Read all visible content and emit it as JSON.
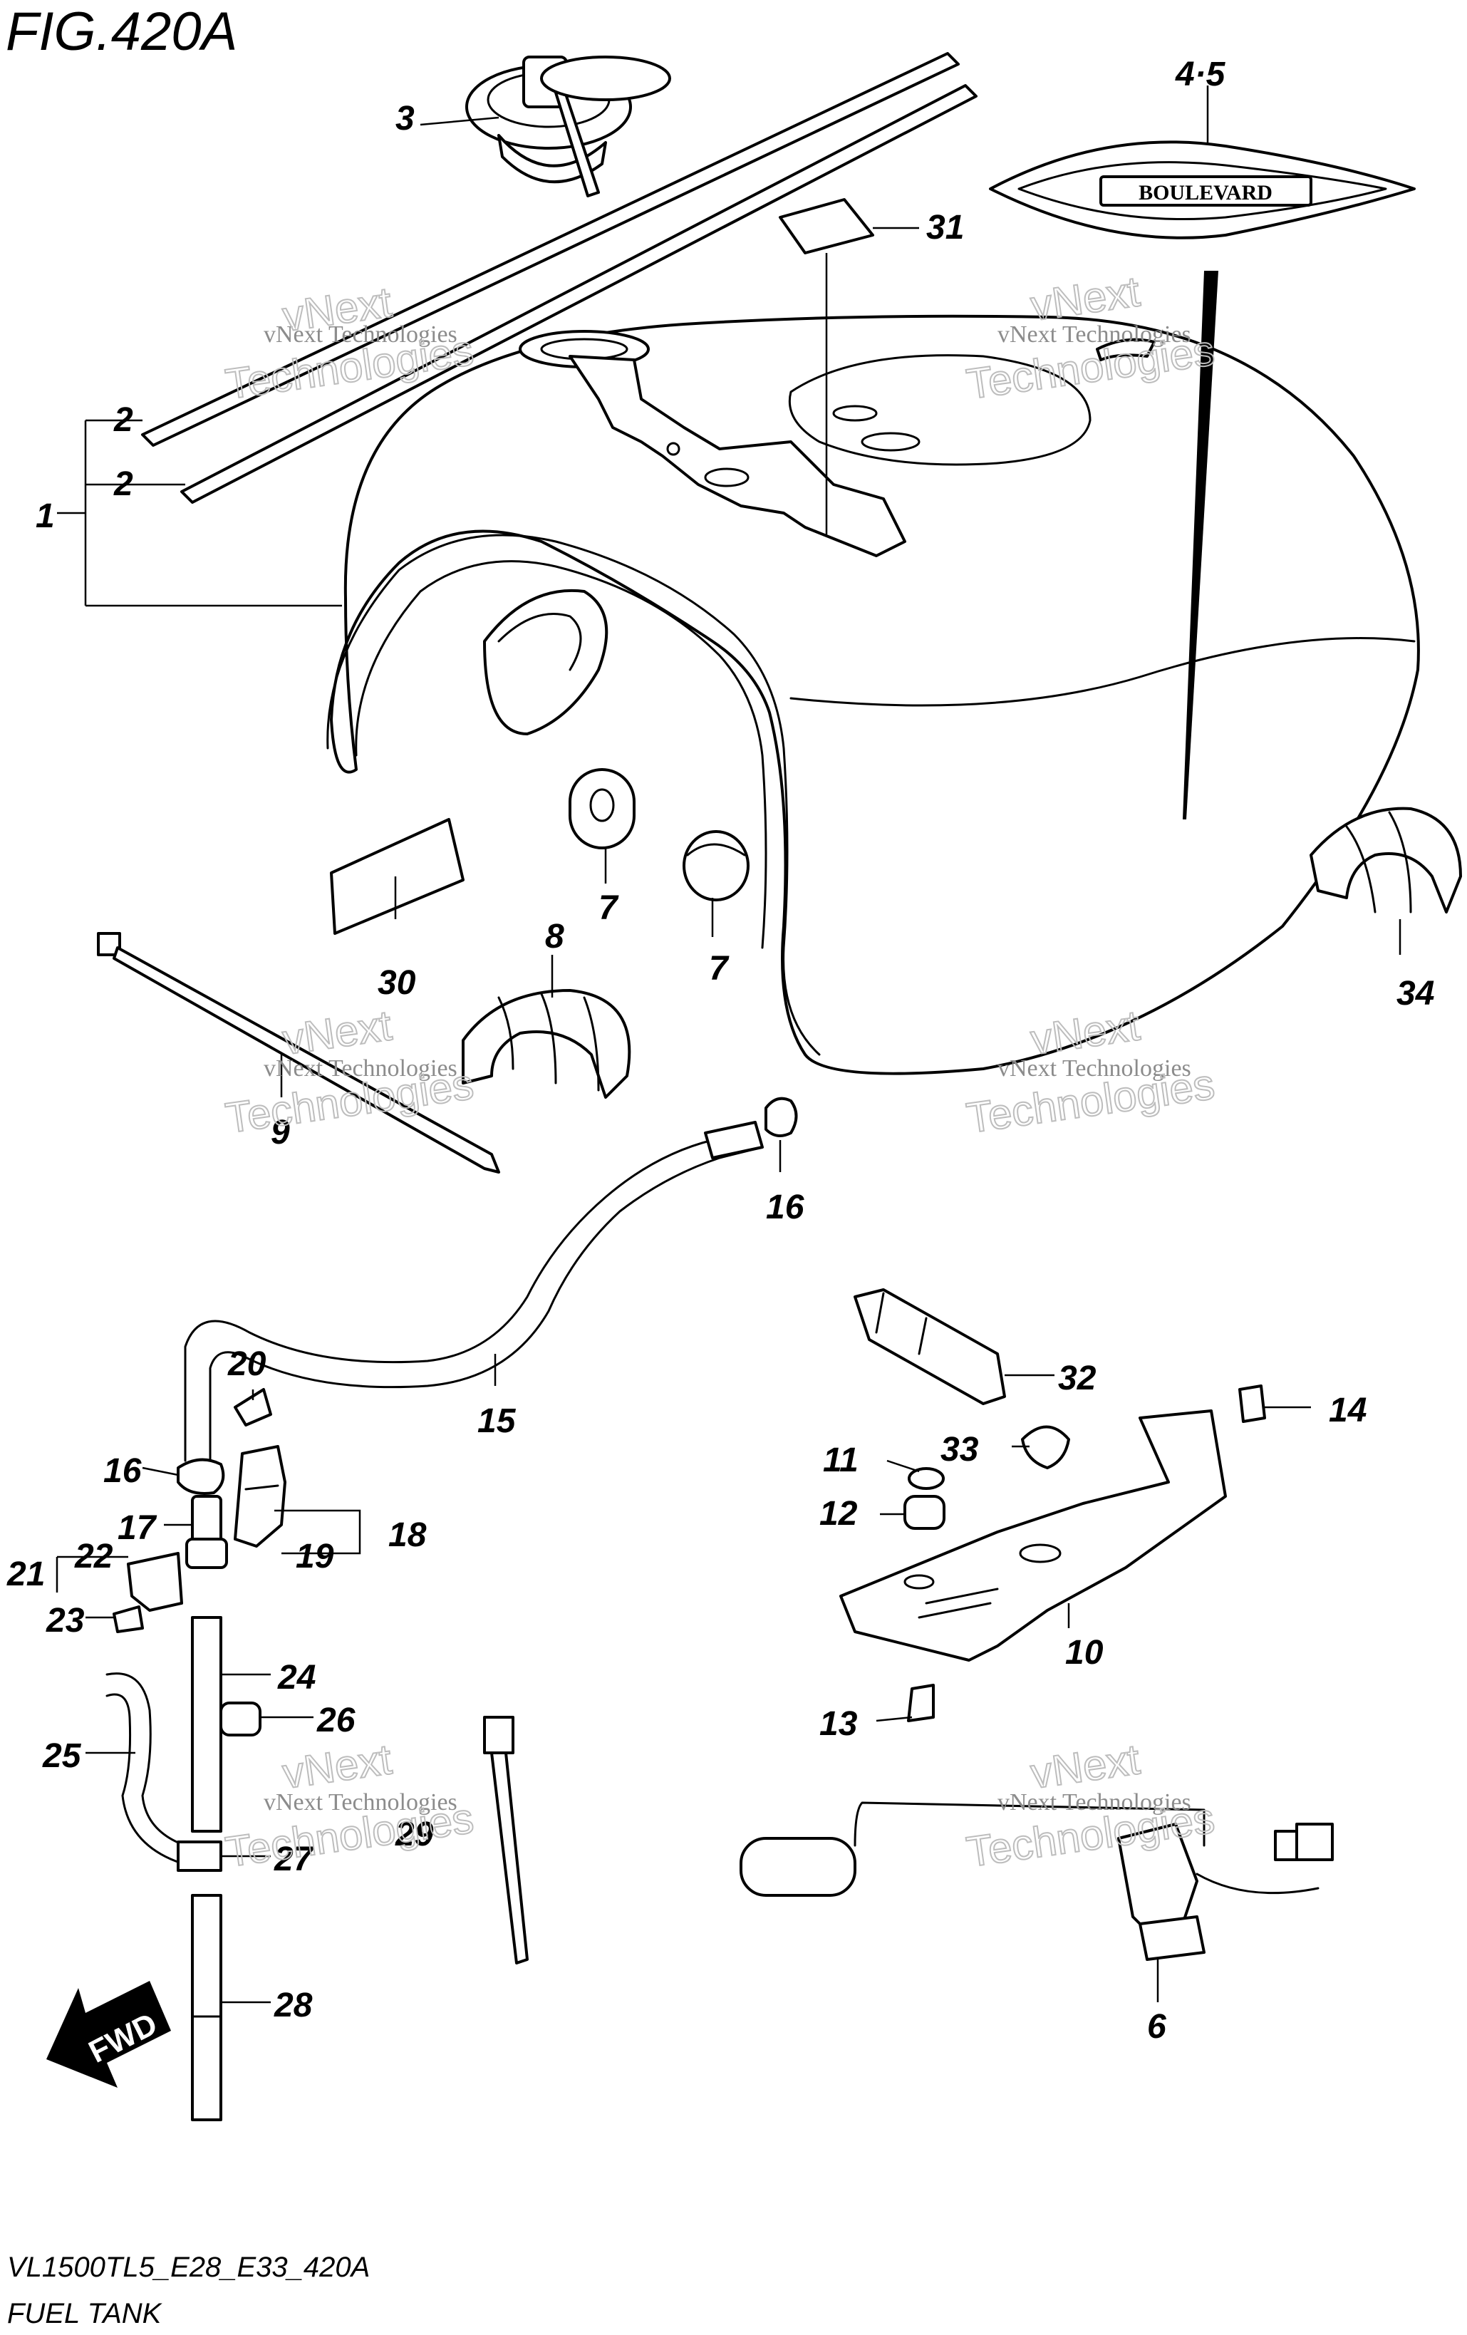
{
  "title": "FIG.420A",
  "footer": {
    "code": "VL1500TL5_E28_E33_420A",
    "name": "FUEL TANK"
  },
  "badge_text": "BOULEVARD",
  "fwd_label": "FWD",
  "watermark": {
    "line1": "vNext Technologies",
    "line2": "vNext",
    "line3": "Technologies"
  },
  "callouts": {
    "c1": "1",
    "c2a": "2",
    "c2b": "2",
    "c3": "3",
    "c45": "4·5",
    "c31": "31",
    "c30": "30",
    "c7a": "7",
    "c7b": "7",
    "c8": "8",
    "c34": "34",
    "c9": "9",
    "c16a": "16",
    "c15": "15",
    "c20": "20",
    "c16b": "16",
    "c17": "17",
    "c18": "18",
    "c19": "19",
    "c21": "21",
    "c22": "22",
    "c23": "23",
    "c24": "24",
    "c26": "26",
    "c25": "25",
    "c27": "27",
    "c29": "29",
    "c28": "28",
    "c32": "32",
    "c14": "14",
    "c11": "11",
    "c33": "33",
    "c12": "12",
    "c10": "10",
    "c13": "13",
    "c6": "6"
  }
}
